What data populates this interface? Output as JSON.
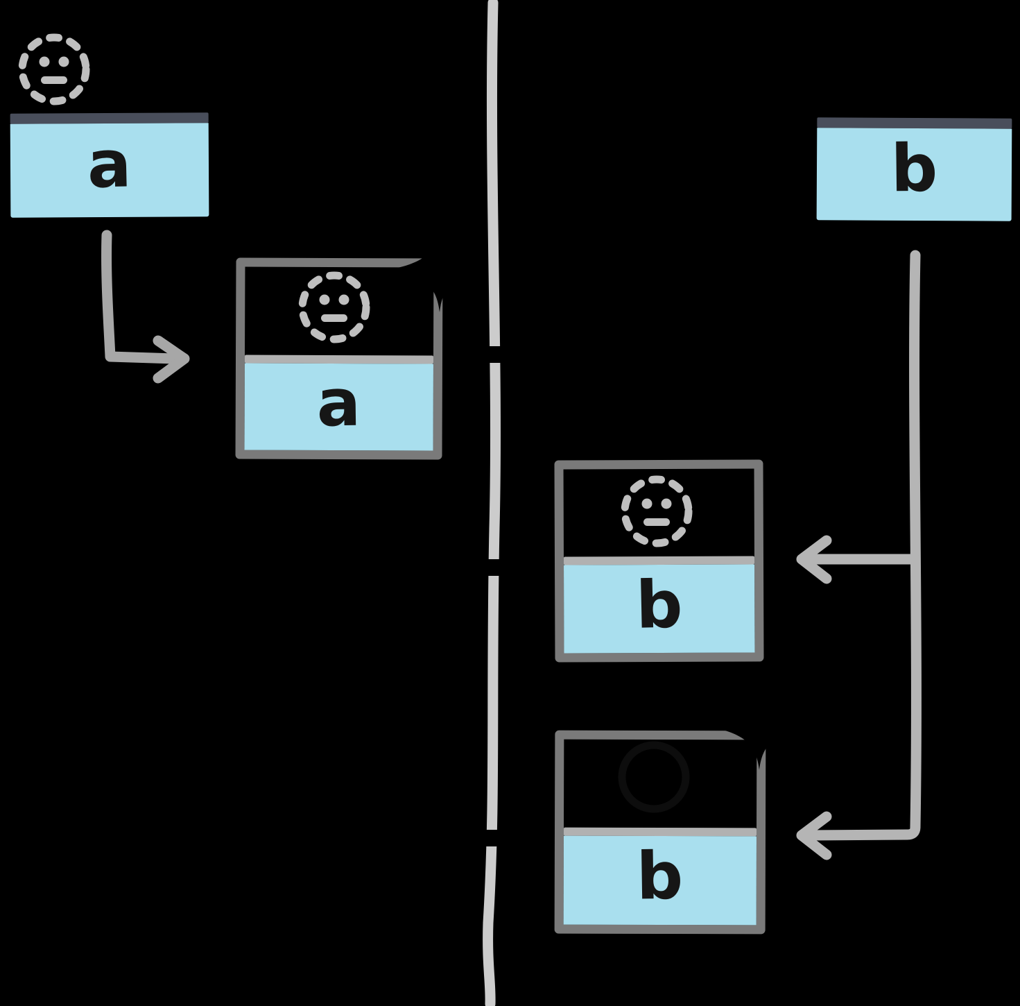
{
  "diagram": {
    "description": "hand-drawn objects-and-references diagram split by a vertical timeline",
    "cells": {
      "var_a": {
        "label": "a"
      },
      "var_b": {
        "label": "b"
      },
      "obj_a": {
        "label": "a"
      },
      "obj_b_pending": {
        "label": "b"
      },
      "obj_b_final": {
        "label": "b"
      }
    },
    "icons": {
      "dashed_face": "dashed-circle-face-icon",
      "sparkle": "sparkle-icon"
    },
    "colors": {
      "background": "#000000",
      "value_fill": "#a9dfee",
      "variable_top_bar": "#494e5b",
      "box_border": "#7a7a7a",
      "box_divider": "#b1b1b1",
      "timeline": "#cccccc",
      "arrow_left": "#a7a7a7",
      "arrow_right": "#b5b5b5",
      "dashed_icon": "#bfbfbf",
      "label_text": "#161616"
    }
  }
}
